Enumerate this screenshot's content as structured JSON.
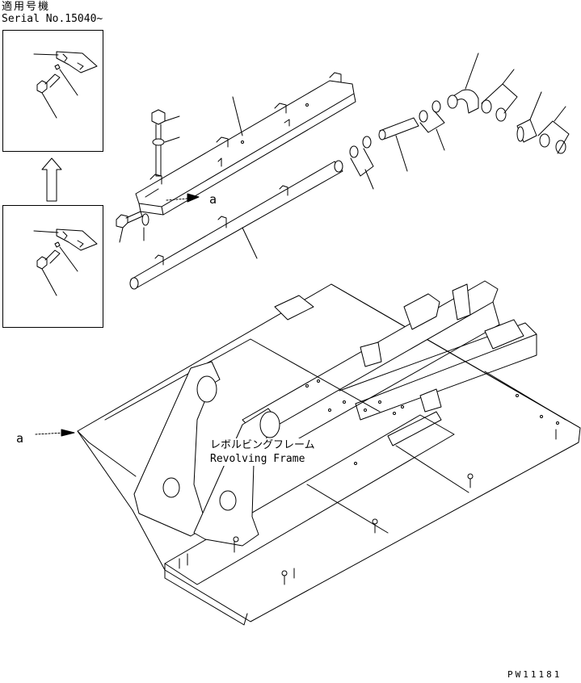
{
  "header": {
    "applicability": "適用号機",
    "serial": "Serial No.15040~"
  },
  "callouts": {
    "a_upper": "a",
    "a_lower": "a"
  },
  "frame_label": {
    "japanese": "レボルビングフレーム",
    "english": "Revolving Frame"
  },
  "drawing_number": "PW11181"
}
